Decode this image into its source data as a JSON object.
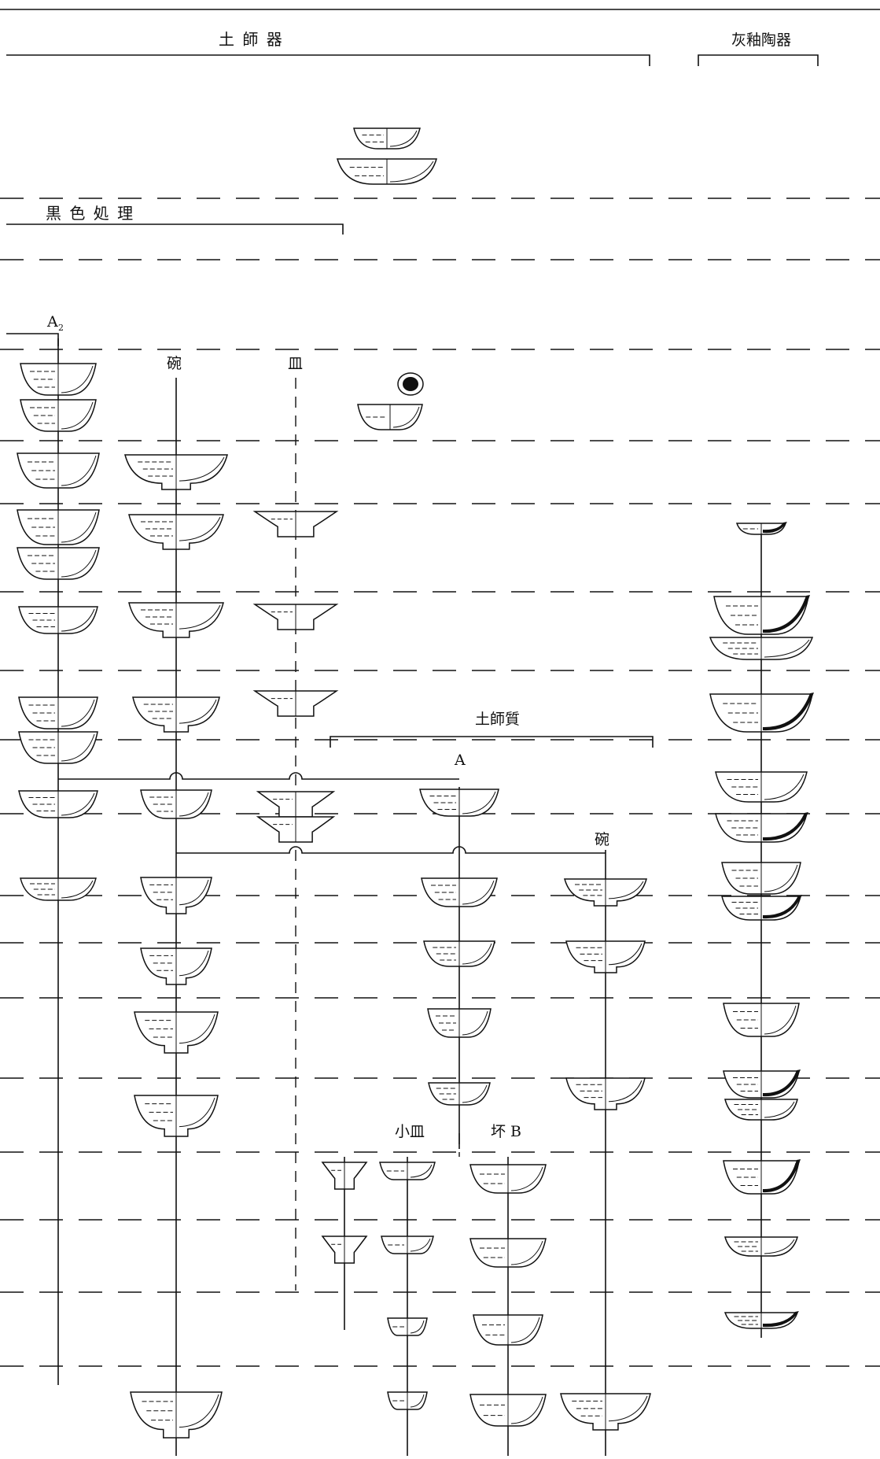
{
  "headers": {
    "hajiki": "土 師 器",
    "kaiyu": "灰釉陶器",
    "kokushoku": "黒 色 処 理",
    "hajishitsu": "土師質"
  },
  "column_labels": {
    "a2": "A",
    "a2_sub": "2",
    "wan": "碗",
    "sara": "皿",
    "a": "A",
    "wan2": "碗",
    "kozara": "小皿",
    "tsuki_b": "坏 B"
  }
}
